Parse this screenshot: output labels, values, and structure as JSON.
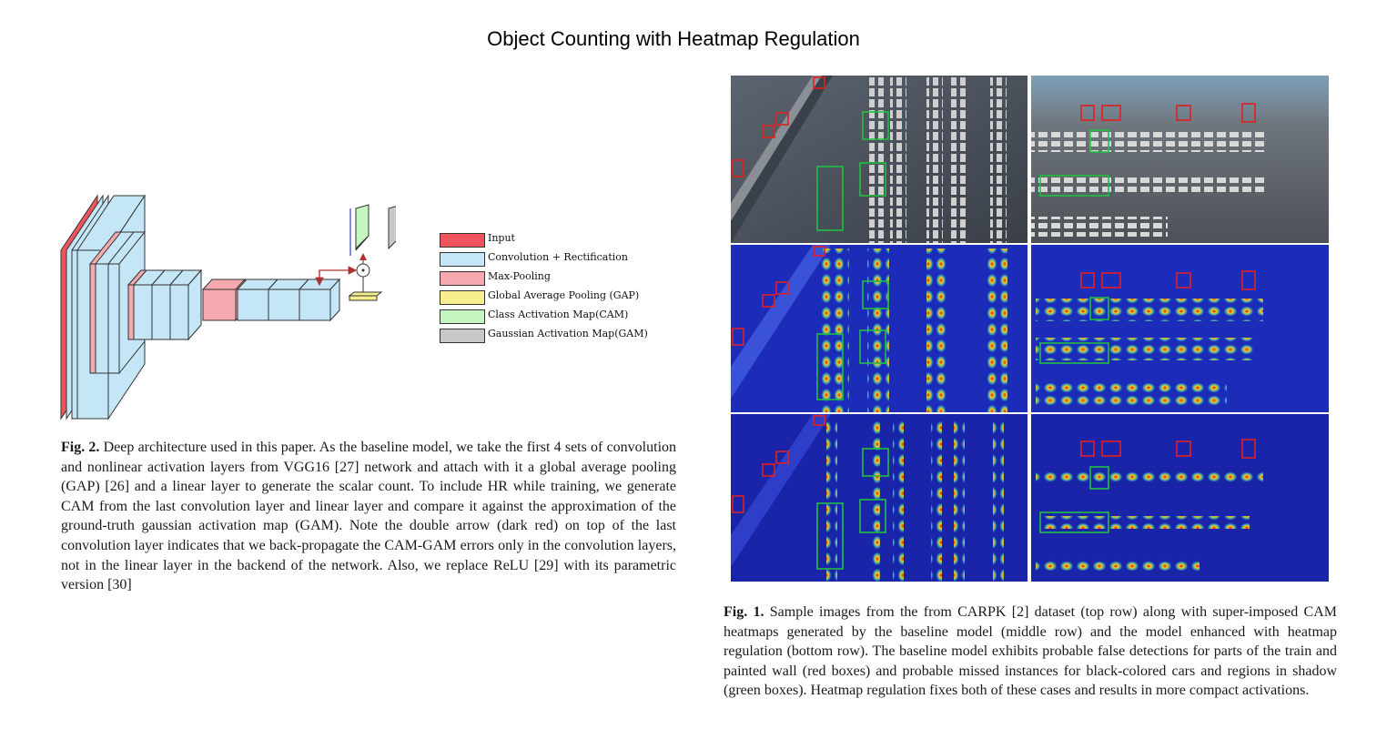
{
  "title": "Object Counting with Heatmap Regulation",
  "legend": [
    {
      "label": "Input",
      "color": "#f0535b"
    },
    {
      "label": "Convolution + Rectification",
      "color": "#c4e6f6"
    },
    {
      "label": "Max-Pooling",
      "color": "#f3a9ae"
    },
    {
      "label": "Global Average Pooling (GAP)",
      "color": "#f7ee8e"
    },
    {
      "label": "Class Activation Map(CAM)",
      "color": "#c5f5c1"
    },
    {
      "label": "Gaussian Activation Map(GAM)",
      "color": "#c8c8c8"
    }
  ],
  "fig2": {
    "label": "Fig. 2.",
    "text": "Deep architecture used in this paper. As the baseline model, we take the first 4 sets of convolution and nonlinear activation layers from VGG16 [27] network and attach with it a global average pooling (GAP) [26] and a linear layer to generate the scalar count. To include HR while training, we generate CAM from the last convolution layer and linear layer and compare it against the approximation of the ground-truth gaussian activation map (GAM). Note the double arrow (dark red) on top of the last convolution layer indicates that we back-propagate the CAM-GAM errors only in the convolution layers, not in the linear layer in the backend of the network. Also, we replace ReLU [29] with its parametric version [30]"
  },
  "fig1": {
    "label": "Fig. 1.",
    "text": "Sample images from the from CARPK [2] dataset (top row) along with super-imposed CAM heatmaps generated by the baseline model (middle row) and the model enhanced with heatmap regulation (bottom row). The baseline model exhibits probable false detections for parts of the train and painted wall (red boxes) and probable missed instances for black-colored cars and regions in shadow (green boxes). Heatmap regulation fixes both of these cases and results in more compact activations."
  },
  "colors": {
    "false_detection_box": "#e02020",
    "missed_instance_box": "#20c040",
    "backprop_arrow": "#b03030"
  }
}
